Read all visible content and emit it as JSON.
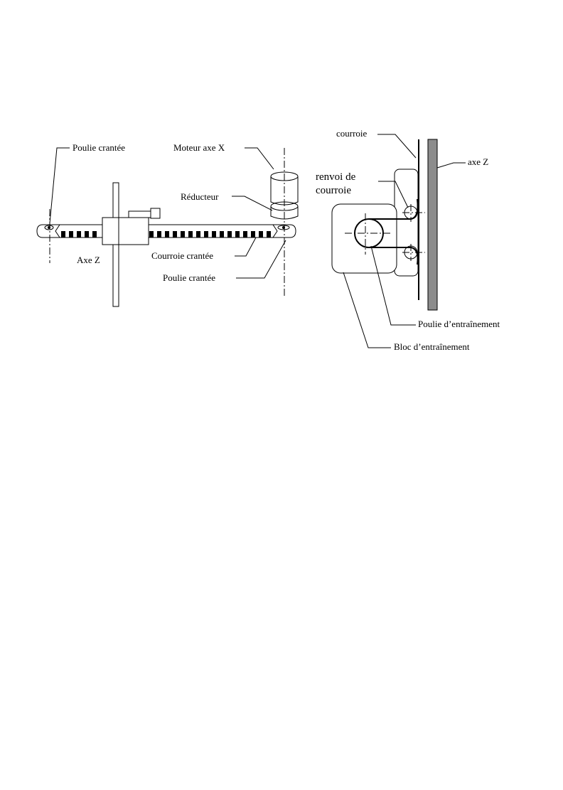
{
  "colors": {
    "ink": "#000000",
    "rail": "#8c8c8c",
    "paper": "#ffffff"
  },
  "left_view": {
    "labels": {
      "poulie_crantee_left": "Poulie crantée",
      "moteur": "Moteur axe X",
      "reducteur": "Réducteur",
      "axe_z": "Axe Z",
      "courroie_crantee": "Courroie crantée",
      "poulie_crantee_right": "Poulie crantée"
    }
  },
  "right_view": {
    "labels": {
      "courroie": "courroie",
      "axe_z": "axe Z",
      "renvoi_line1": "renvoi de",
      "renvoi_line2": "courroie",
      "poulie_entrainement": "Poulie d’entraînement",
      "bloc_entrainement": "Bloc d’entraînement"
    }
  }
}
